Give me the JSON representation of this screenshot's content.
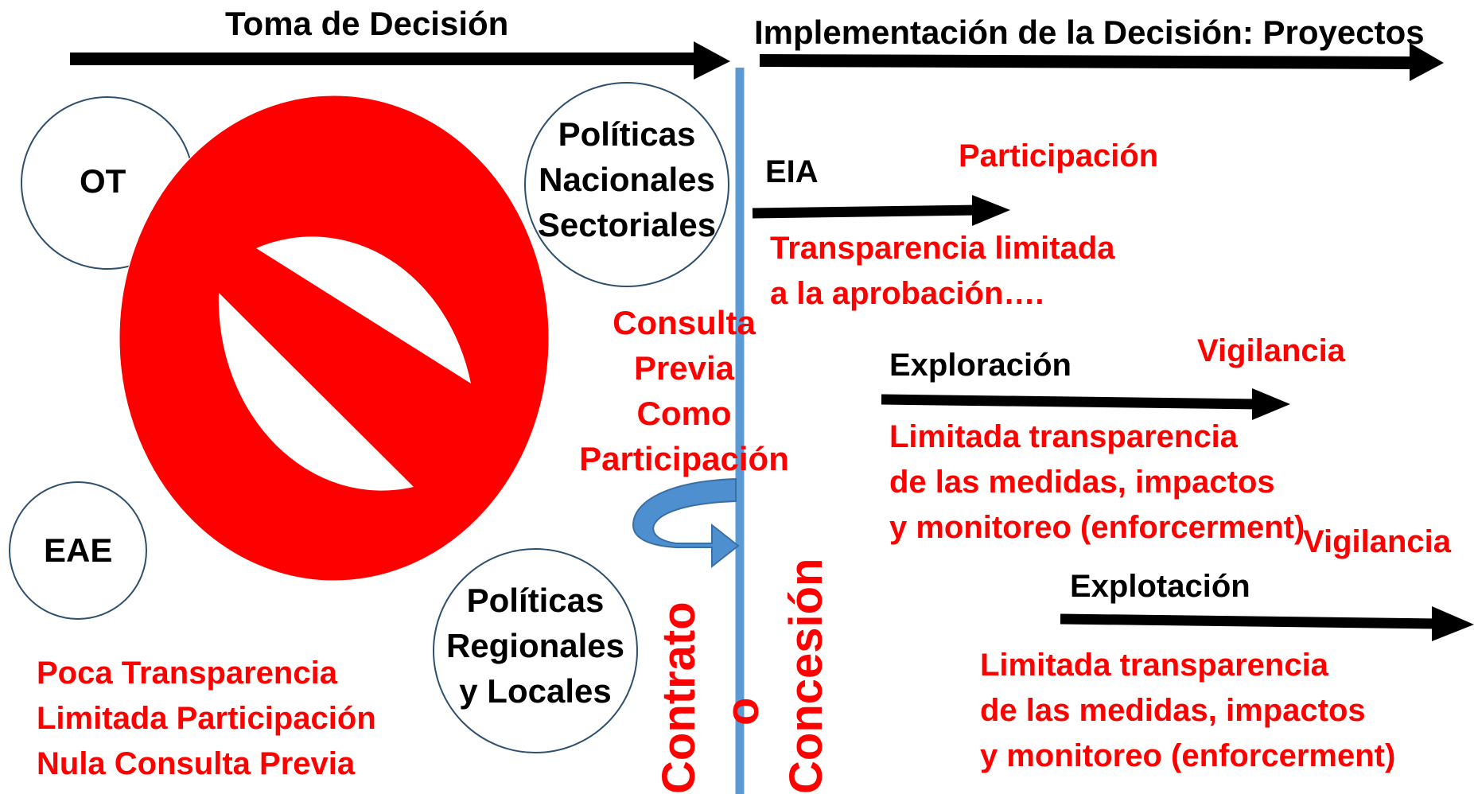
{
  "colors": {
    "black": "#000000",
    "red": "#ff0000",
    "blue": "#5b9bd5",
    "circle_stroke": "#2f4f6f"
  },
  "top": {
    "decision_title": "Toma de Decisión",
    "implementation_title": "Implementación de la Decisión: Proyectos"
  },
  "circles": {
    "ot": "OT",
    "eae": "EAE",
    "politicas_nacionales": [
      "Políticas",
      "Nacionales",
      "Sectoriales"
    ],
    "politicas_regionales": [
      "Políticas",
      "Regionales",
      "y Locales"
    ]
  },
  "left_notes": [
    "Poca Transparencia",
    "Limitada Participación",
    "Nula Consulta Previa"
  ],
  "consulta": [
    "Consulta",
    "Previa",
    "Como",
    "Participación"
  ],
  "vertical": {
    "contrato": "Contrato",
    "o": "o",
    "concesion": "Concesión"
  },
  "eia": {
    "label": "EIA",
    "participacion": "Participación",
    "transparencia": [
      "Transparencia limitada",
      "a la aprobación…."
    ]
  },
  "exploracion": {
    "label": "Exploración",
    "vigilancia": "Vigilancia",
    "notes": [
      "Limitada transparencia",
      "de las medidas, impactos",
      "y monitoreo (enforcerment)"
    ]
  },
  "explotacion": {
    "label": "Explotación",
    "vigilancia": "Vigilancia",
    "notes": [
      "Limitada transparencia",
      "de las medidas, impactos",
      "y monitoreo (enforcerment)"
    ]
  },
  "icons": [
    "prohibition-icon",
    "curved-arrow-icon"
  ]
}
